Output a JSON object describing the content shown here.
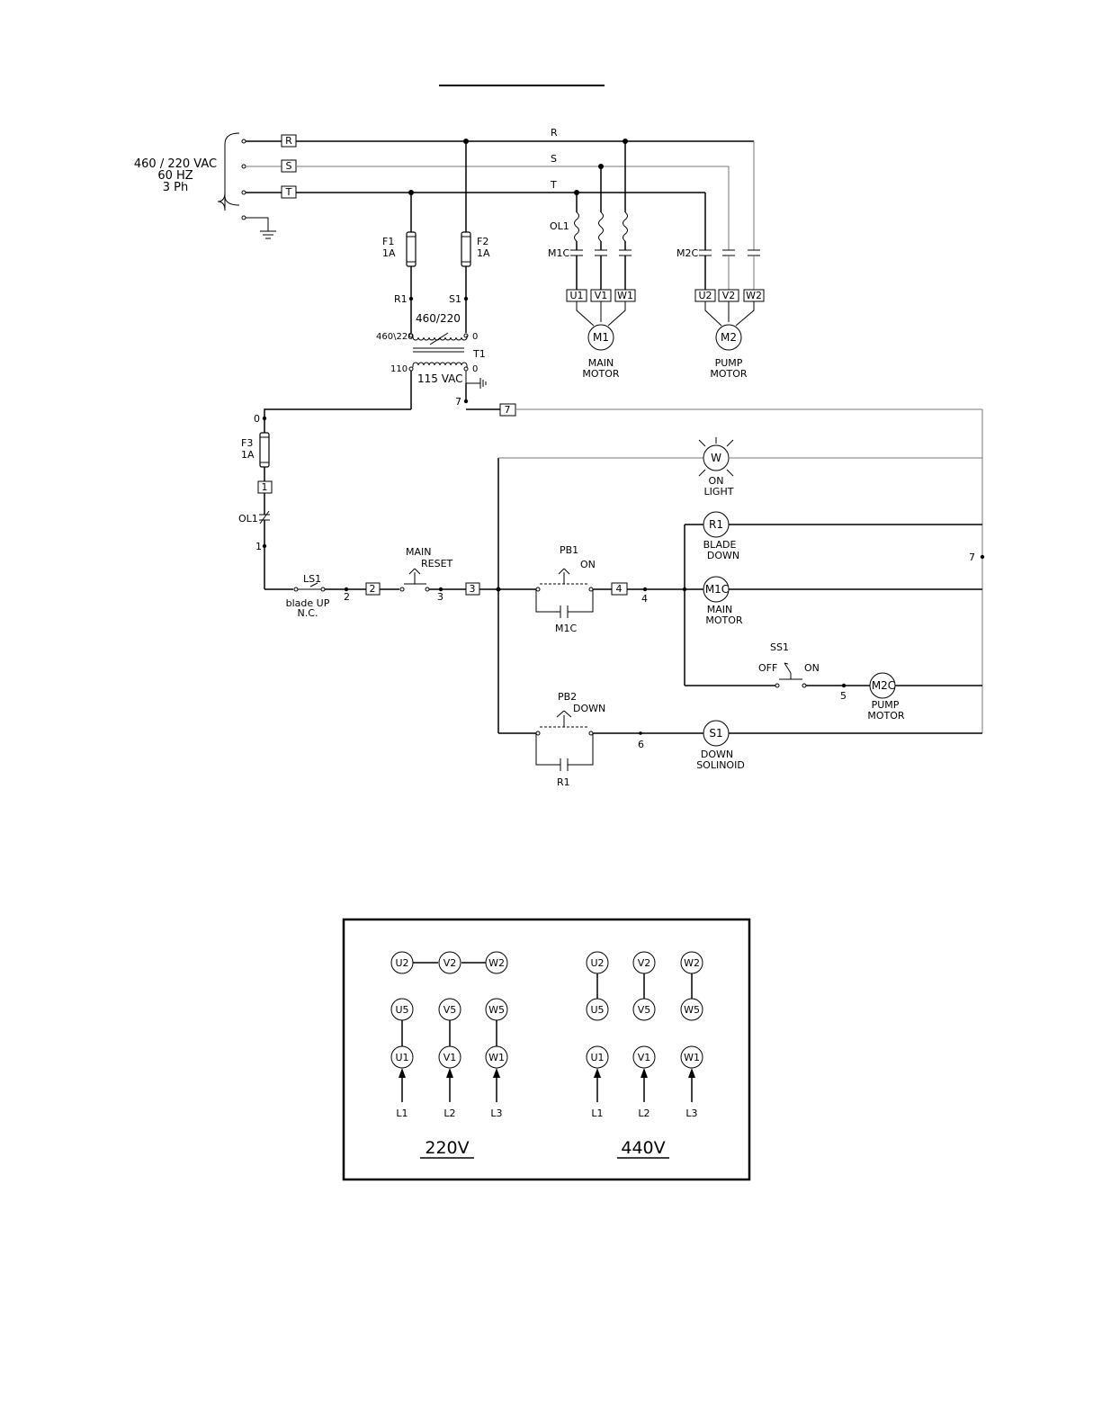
{
  "supply": {
    "voltage": "460 / 220 VAC",
    "frequency": "60 HZ",
    "phase": "3 Ph",
    "terminals": [
      "R",
      "S",
      "T"
    ],
    "bus_labels": [
      "R",
      "S",
      "T"
    ]
  },
  "fuses": {
    "f1": {
      "name": "F1",
      "rating": "1A"
    },
    "f2": {
      "name": "F2",
      "rating": "1A"
    },
    "f3": {
      "name": "F3",
      "rating": "1A"
    }
  },
  "transformer": {
    "r1": "R1",
    "s1": "S1",
    "ratio": "460/220",
    "tap_left": "460\\220",
    "tap_right": "0",
    "sec_left": "110",
    "sec_right": "0",
    "name": "T1",
    "secondary": "115 VAC",
    "node7": "7"
  },
  "main_motor": {
    "overload": "OL1",
    "contactor": "M1C",
    "terminals": [
      "U1",
      "V1",
      "W1"
    ],
    "symbol": "M1",
    "label_line1": "MAIN",
    "label_line2": "MOTOR"
  },
  "pump_motor": {
    "contactor": "M2C",
    "terminals": [
      "U2",
      "V2",
      "W2"
    ],
    "symbol": "M2",
    "label_line1": "PUMP",
    "label_line2": "MOTOR"
  },
  "control": {
    "node0": "0",
    "wire1": "1",
    "ol1": "OL1",
    "node1": "1",
    "ls1": "LS1",
    "ls1_desc1": "blade UP",
    "ls1_desc2": "N.C.",
    "wire2": "2",
    "node2": "2",
    "main_reset1": "MAIN",
    "main_reset2": "RESET",
    "node3": "3",
    "wire3": "3",
    "pb1": "PB1",
    "pb1_on": "ON",
    "m1c_aux": "M1C",
    "wire4": "4",
    "node4": "4",
    "wire7": "7",
    "node7_right": "7",
    "light": "W",
    "light_label1": "ON",
    "light_label2": "LIGHT",
    "r1": "R1",
    "r1_label1": "BLADE",
    "r1_label2": "DOWN",
    "m1c": "M1C",
    "m1c_label1": "MAIN",
    "m1c_label2": "MOTOR",
    "ss1": "SS1",
    "ss1_off": "OFF",
    "ss1_on": "ON",
    "node5": "5",
    "m2c": "M2C",
    "m2c_label1": "PUMP",
    "m2c_label2": "MOTOR",
    "pb2": "PB2",
    "pb2_down": "DOWN",
    "r1_aux": "R1",
    "node6": "6",
    "s1": "S1",
    "s1_label1": "DOWN",
    "s1_label2": "SOLINOID"
  },
  "connection": {
    "v220": {
      "title": "220V",
      "top": [
        "U2",
        "V2",
        "W2"
      ],
      "mid": [
        "U5",
        "V5",
        "W5"
      ],
      "bot": [
        "U1",
        "V1",
        "W1"
      ],
      "lines": [
        "L1",
        "L2",
        "L3"
      ]
    },
    "v440": {
      "title": "440V",
      "top": [
        "U2",
        "V2",
        "W2"
      ],
      "mid": [
        "U5",
        "V5",
        "W5"
      ],
      "bot": [
        "U1",
        "V1",
        "W1"
      ],
      "lines": [
        "L1",
        "L2",
        "L3"
      ]
    }
  }
}
